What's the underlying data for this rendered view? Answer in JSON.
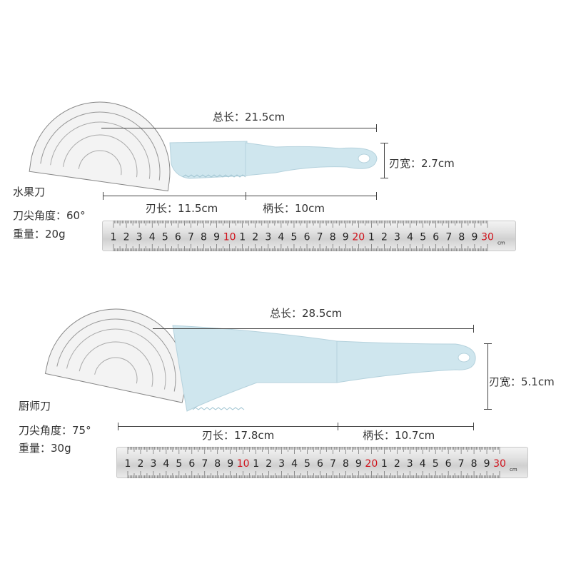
{
  "colors": {
    "blade": "#cfe6ee",
    "ruler_red_number": "#d0121b",
    "dim_line": "#444444"
  },
  "fruit_knife": {
    "name": "水果刀",
    "tip_angle": "刀尖角度：60°",
    "weight": "重量：20g",
    "total_length": "总长：21.5cm",
    "blade_length": "刃长：11.5cm",
    "handle_length": "柄长：10cm",
    "blade_width": "刃宽：2.7cm"
  },
  "chef_knife": {
    "name": "厨师刀",
    "tip_angle": "刀尖角度：75°",
    "weight": "重量：30g",
    "total_length": "总长：28.5cm",
    "blade_length": "刃长：17.8cm",
    "handle_length": "柄长：10.7cm",
    "blade_width": "刃宽：5.1cm"
  },
  "ruler": {
    "numbers": [
      "1",
      "2",
      "3",
      "4",
      "5",
      "6",
      "7",
      "8",
      "9",
      "10",
      "1",
      "2",
      "3",
      "4",
      "5",
      "6",
      "7",
      "8",
      "9",
      "20",
      "1",
      "2",
      "3",
      "4",
      "5",
      "6",
      "7",
      "8",
      "9",
      "30"
    ],
    "unit": "cm"
  },
  "icons": [
    "protractor-icon",
    "ruler-icon"
  ]
}
